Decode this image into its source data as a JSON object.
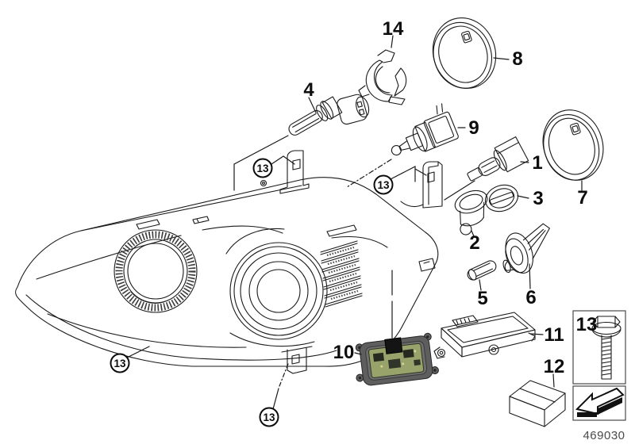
{
  "diagram_number": "469030",
  "colors": {
    "line": "#1a1a1a",
    "background": "#ffffff",
    "module_housing": "#5e5e5e",
    "module_pcb": "#98a36c",
    "legend_frame": "#4a4a4a"
  },
  "callouts": [
    {
      "part": "1",
      "label": "1"
    },
    {
      "part": "2",
      "label": "2"
    },
    {
      "part": "3",
      "label": "3"
    },
    {
      "part": "4",
      "label": "4"
    },
    {
      "part": "5",
      "label": "5"
    },
    {
      "part": "6",
      "label": "6"
    },
    {
      "part": "7",
      "label": "7"
    },
    {
      "part": "8",
      "label": "8"
    },
    {
      "part": "9",
      "label": "9"
    },
    {
      "part": "10",
      "label": "10"
    },
    {
      "part": "11",
      "label": "11"
    },
    {
      "part": "12",
      "label": "12"
    },
    {
      "part": "14",
      "label": "14"
    }
  ],
  "circled_callouts": [
    {
      "label": "13"
    },
    {
      "label": "13"
    },
    {
      "label": "13"
    },
    {
      "label": "13"
    }
  ],
  "legend_box": {
    "label": "13"
  },
  "icons": {
    "direction_arrow": "arrow-bottom-left",
    "screw": "flange-hex-screw"
  }
}
